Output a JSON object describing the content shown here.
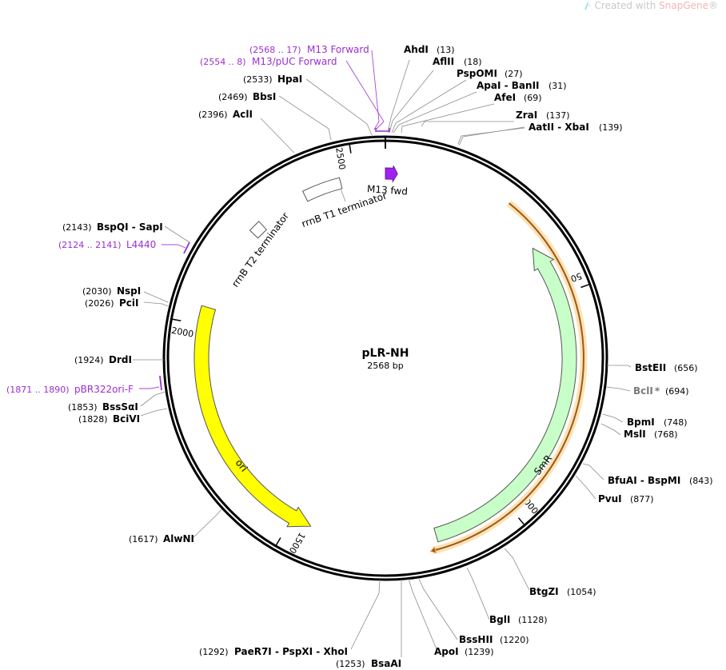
{
  "watermark": {
    "prefix": "Created with ",
    "brand": "SnapGene",
    "suffix": "®"
  },
  "plasmid": {
    "name": "pLR-NH",
    "size_label": "2568 bp",
    "length": 2568
  },
  "colors": {
    "primer": "#9b2fd0",
    "ori": "#ffff00",
    "smr": "#c8ffc8",
    "m13": "#a020f0",
    "highlight": "#f5b041"
  },
  "ticks": [
    {
      "pos": 500,
      "label": "500"
    },
    {
      "pos": 1000,
      "label": "1000"
    },
    {
      "pos": 1500,
      "label": "1500"
    },
    {
      "pos": 2000,
      "label": "2000"
    },
    {
      "pos": 2500,
      "label": "2500"
    }
  ],
  "features": [
    {
      "id": "smr",
      "name": "SmR",
      "start": 380,
      "end": 1170,
      "strand": -1,
      "color": "#c8ffc8"
    },
    {
      "id": "ori",
      "name": "ori",
      "start": 1455,
      "end": 2040,
      "strand": -1,
      "color": "#ffff00"
    },
    {
      "id": "m13fwd",
      "name": "M13 fwd",
      "start": 0,
      "end": 17,
      "strand": 1,
      "color": "#a020f0"
    },
    {
      "id": "rrnbt1",
      "name": "rrnB T1 terminator",
      "start": 2380,
      "end": 2466,
      "strand": 0,
      "color": "#ffffff"
    },
    {
      "id": "rrnbt2",
      "name": "rrnB T2 terminator",
      "start": 2235,
      "end": 2263,
      "strand": 0,
      "color": "#ffffff"
    }
  ],
  "highlight_region": {
    "start": 275,
    "end": 1190
  },
  "sites": [
    {
      "enzyme": "AhdI",
      "pos_label": "(13)"
    },
    {
      "enzyme": "AflII",
      "pos_label": "(18)"
    },
    {
      "enzyme": "PspOMI",
      "pos_label": "(27)"
    },
    {
      "enzyme": "ApaI - BanII",
      "pos_label": "(31)"
    },
    {
      "enzyme": "AfeI",
      "pos_label": "(69)"
    },
    {
      "enzyme": "ZraI",
      "pos_label": "(137)"
    },
    {
      "enzyme": "AatII - XbaI",
      "pos_label": "(139)"
    },
    {
      "enzyme": "BstEII",
      "pos_label": "(656)"
    },
    {
      "enzyme": "BclI",
      "pos_label": "(694)",
      "star": "*"
    },
    {
      "enzyme": "BpmI",
      "pos_label": "(748)"
    },
    {
      "enzyme": "MslI",
      "pos_label": "(768)"
    },
    {
      "enzyme": "BfuAI - BspMI",
      "pos_label": "(843)"
    },
    {
      "enzyme": "PvuI",
      "pos_label": "(877)"
    },
    {
      "enzyme": "BtgZI",
      "pos_label": "(1054)"
    },
    {
      "enzyme": "BglI",
      "pos_label": "(1128)"
    },
    {
      "enzyme": "BssHII",
      "pos_label": "(1220)"
    },
    {
      "enzyme": "ApoI",
      "pos_label": "(1239)"
    },
    {
      "enzyme": "BsaAI",
      "pos_label": "(1253)"
    },
    {
      "enzyme": "PaeR7I - PspXI - XhoI",
      "pos_label": "(1292)"
    },
    {
      "enzyme": "AlwNI",
      "pos_label": "(1617)"
    },
    {
      "enzyme": "BciVI",
      "pos_label": "(1828)"
    },
    {
      "enzyme": "BssSαI",
      "pos_label": "(1853)"
    },
    {
      "enzyme": "DrdI",
      "pos_label": "(1924)"
    },
    {
      "enzyme": "PciI",
      "pos_label": "(2026)"
    },
    {
      "enzyme": "NspI",
      "pos_label": "(2030)"
    },
    {
      "enzyme": "BspQI - SapI",
      "pos_label": "(2143)"
    },
    {
      "enzyme": "AclI",
      "pos_label": "(2396)"
    },
    {
      "enzyme": "BbsI",
      "pos_label": "(2469)"
    },
    {
      "enzyme": "HpaI",
      "pos_label": "(2533)"
    }
  ],
  "primers": [
    {
      "name": "M13 Forward",
      "range_label": "(2568 .. 17)"
    },
    {
      "name": "M13/pUC Forward",
      "range_label": "(2554 .. 8)"
    },
    {
      "name": "L4440",
      "range_label": "(2124 .. 2141)"
    },
    {
      "name": "pBR322ori-F",
      "range_label": "(1871 .. 1890)"
    }
  ]
}
